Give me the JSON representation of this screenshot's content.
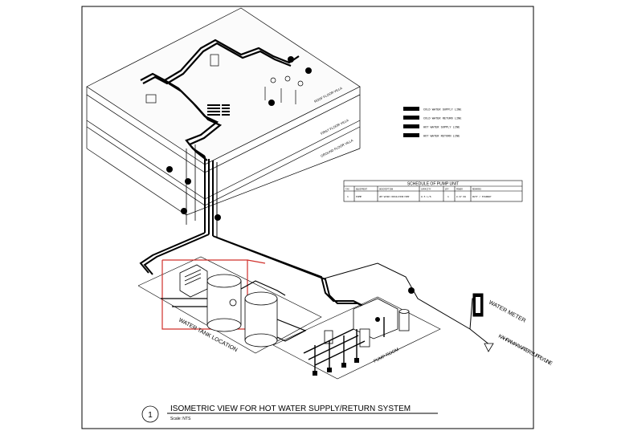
{
  "drawing": {
    "number": "1",
    "title": "ISOMETRIC VIEW FOR HOT WATER SUPPLY/RETURN SYSTEM",
    "scale": "Scale: NTS"
  },
  "labels": {
    "water_meter": "WATER METER",
    "supply_line": "KAHRAMAA WATER SUPPLY LINE",
    "tank_location": "WATER TANK LOCATION",
    "pump_room": "PUMP ROOM",
    "roof_floor": "ROOF FLOOR VILLA",
    "first_floor": "FIRST FLOOR VILLA",
    "ground_floor": "GROUND FLOOR VILLA"
  },
  "legend": {
    "items": [
      {
        "label": "COLD WATER SUPPLY LINE",
        "color": "#000000"
      },
      {
        "label": "COLD WATER RETURN LINE",
        "color": "#000000"
      },
      {
        "label": "HOT WATER SUPPLY LINE",
        "color": "#000000"
      },
      {
        "label": "HOT WATER RETURN LINE",
        "color": "#000000"
      }
    ]
  },
  "schedule": {
    "title": "SCHEDULE OF PUMP UNIT",
    "headers": [
      "TAG",
      "EQUIPMENT",
      "DESCRIPTION",
      "CAPACITY",
      "QTY",
      "POWER",
      "REMARKS"
    ],
    "row": [
      "1",
      "PUMP",
      "HOT WATER CIRCULATION PUMP",
      "0.5 L/S",
      "1",
      "0.37 KW",
      "DUTY / STANDBY"
    ]
  },
  "colors": {
    "ink": "#000000",
    "highlight": "#d0302b",
    "sheet_border": "#000000"
  }
}
